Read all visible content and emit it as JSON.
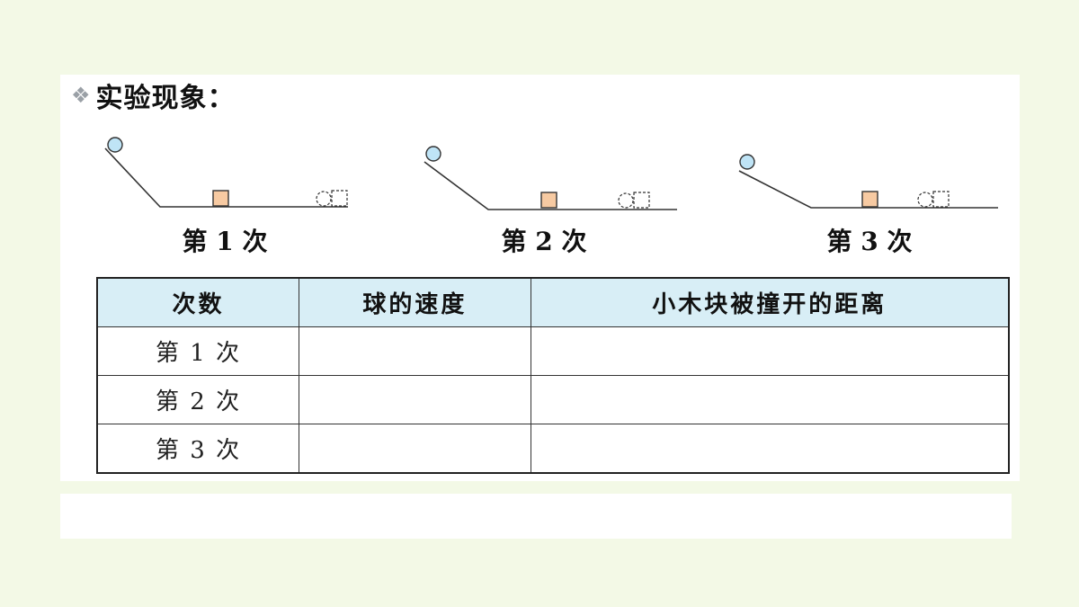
{
  "heading": {
    "bullet_icon": "diamond-bullet-icon",
    "text": "实验现象："
  },
  "trials": [
    {
      "caption": "第 1 次"
    },
    {
      "caption": "第 2 次"
    },
    {
      "caption": "第 3 次"
    }
  ],
  "colors": {
    "ball": "#bfe4f6",
    "block": "#f7caa2",
    "header_bg": "#d8eef6",
    "page_bg": "#f3f9e6"
  },
  "table": {
    "headers": [
      "次数",
      "球的速度",
      "小木块被撞开的距离"
    ],
    "rows": [
      {
        "label": "第 1 次",
        "speed": "",
        "distance": ""
      },
      {
        "label": "第 2 次",
        "speed": "",
        "distance": ""
      },
      {
        "label": "第 3 次",
        "speed": "",
        "distance": ""
      }
    ]
  }
}
